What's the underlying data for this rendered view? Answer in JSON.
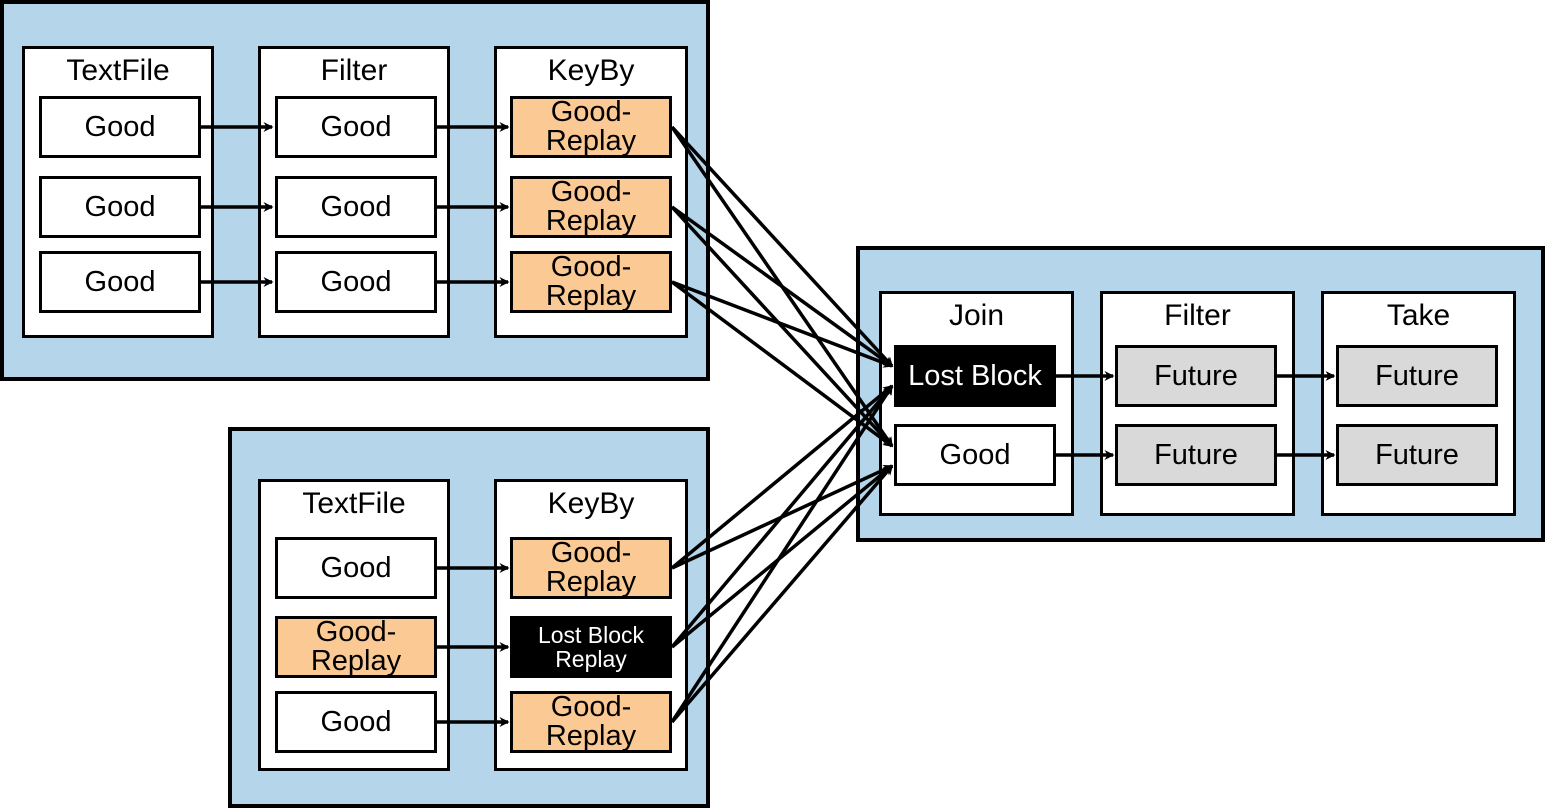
{
  "stages": [
    {
      "id": "stage1",
      "rdds": [
        {
          "title": "TextFile",
          "partitions": [
            {
              "label": "Good",
              "state": "good"
            },
            {
              "label": "Good",
              "state": "good"
            },
            {
              "label": "Good",
              "state": "good"
            }
          ]
        },
        {
          "title": "Filter",
          "partitions": [
            {
              "label": "Good",
              "state": "good"
            },
            {
              "label": "Good",
              "state": "good"
            },
            {
              "label": "Good",
              "state": "good"
            }
          ]
        },
        {
          "title": "KeyBy",
          "partitions": [
            {
              "label": "Good-Replay",
              "state": "replay"
            },
            {
              "label": "Good-Replay",
              "state": "replay"
            },
            {
              "label": "Good-Replay",
              "state": "replay"
            }
          ]
        }
      ]
    },
    {
      "id": "stage2",
      "rdds": [
        {
          "title": "TextFile",
          "partitions": [
            {
              "label": "Good",
              "state": "good"
            },
            {
              "label": "Good-Replay",
              "state": "replay"
            },
            {
              "label": "Good",
              "state": "good"
            }
          ]
        },
        {
          "title": "KeyBy",
          "partitions": [
            {
              "label": "Good-Replay",
              "state": "replay"
            },
            {
              "label": "Lost Block\nReplay",
              "state": "lost"
            },
            {
              "label": "Good-Replay",
              "state": "replay"
            }
          ]
        }
      ]
    },
    {
      "id": "stage3",
      "rdds": [
        {
          "title": "Join",
          "partitions": [
            {
              "label": "Lost Block",
              "state": "lost"
            },
            {
              "label": "Good",
              "state": "good"
            }
          ]
        },
        {
          "title": "Filter",
          "partitions": [
            {
              "label": "Future",
              "state": "future"
            },
            {
              "label": "Future",
              "state": "future"
            }
          ]
        },
        {
          "title": "Take",
          "partitions": [
            {
              "label": "Future",
              "state": "future"
            },
            {
              "label": "Future",
              "state": "future"
            }
          ]
        }
      ]
    }
  ],
  "colors": {
    "stage_fill": "#b5d5ea",
    "good": "#ffffff",
    "replay": "#fbc994",
    "lost": "#000000",
    "future": "#d9d9d9"
  }
}
